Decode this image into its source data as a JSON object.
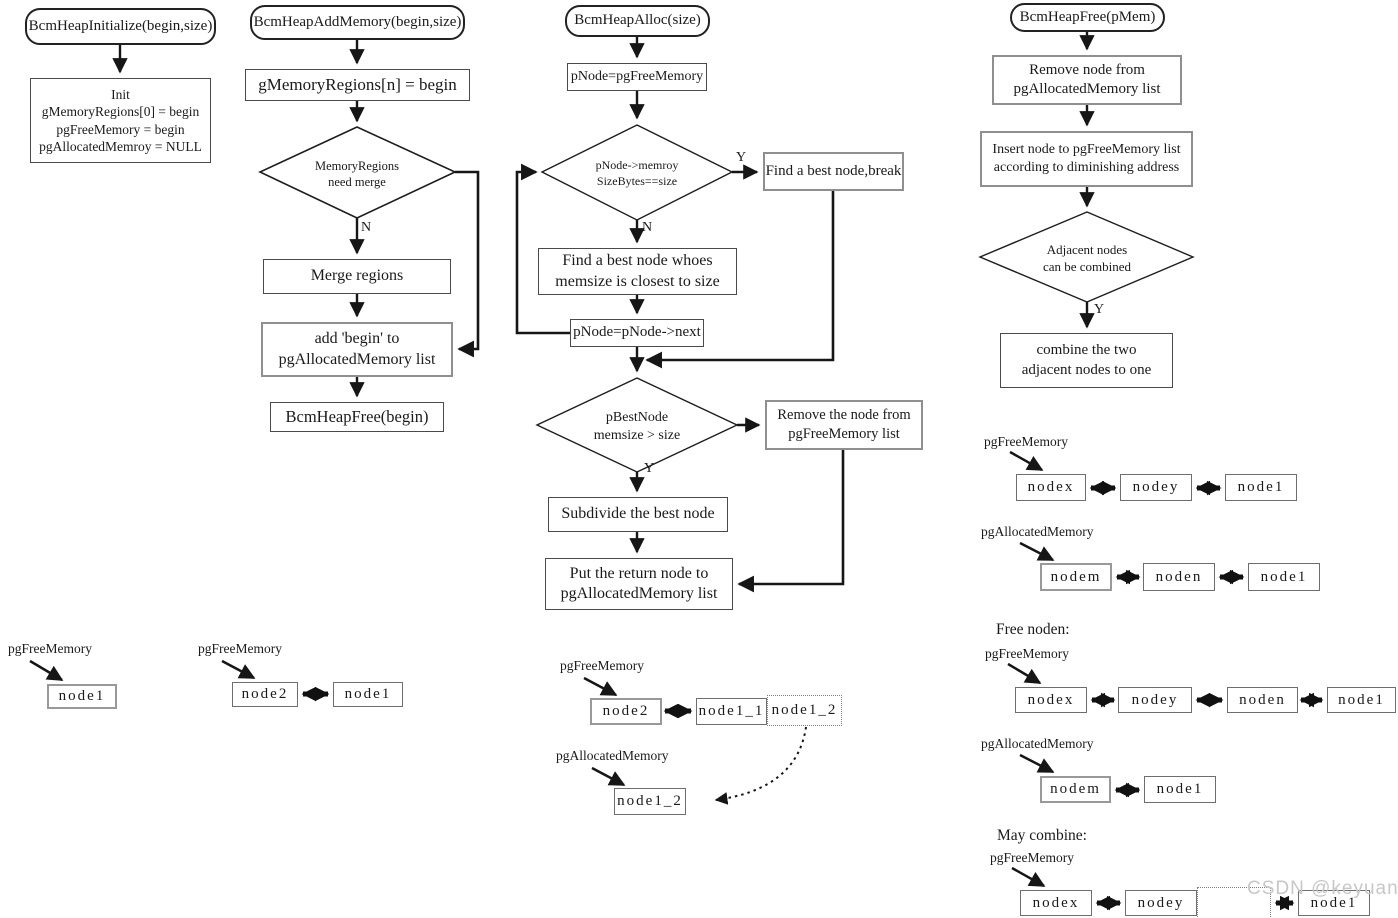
{
  "flowcharts": {
    "init": {
      "title": "BcmHeapInitialize(begin,size)",
      "body": {
        "l1": "Init",
        "l2": "gMemoryRegions[0] = begin",
        "l3": "pgFreeMemory = begin",
        "l4": "pgAllocatedMemroy = NULL"
      }
    },
    "add_memory": {
      "title": "BcmHeapAddMemory(begin,size)",
      "assign": "gMemoryRegions[n] = begin",
      "decision": {
        "l1": "MemoryRegions",
        "l2": "need merge",
        "no": "N"
      },
      "merge": "Merge regions",
      "add_begin": {
        "l1": "add 'begin' to",
        "l2": "pgAllocatedMemory list"
      },
      "free_call": "BcmHeapFree(begin)"
    },
    "alloc": {
      "title": "BcmHeapAlloc(size)",
      "assign": "pNode=pgFreeMemory",
      "decision1": {
        "l1": "pNode->memroy",
        "l2": "SizeBytes==size",
        "yes": "Y",
        "no": "N"
      },
      "break_box": "Find a best node,break",
      "find": {
        "l1": "Find a best node whoes",
        "l2": "memsize is closest to size"
      },
      "next": "pNode=pNode->next",
      "decision2": {
        "l1": "pBestNode",
        "l2": "memsize > size",
        "yes": "Y"
      },
      "remove": {
        "l1": "Remove the node from",
        "l2": "pgFreeMemory list"
      },
      "subdivide": "Subdivide the best node",
      "put": {
        "l1": "Put the return node to",
        "l2": "pgAllocatedMemory list"
      }
    },
    "free": {
      "title": "BcmHeapFree(pMem)",
      "remove": {
        "l1": "Remove node from",
        "l2": "pgAllocatedMemory list"
      },
      "insert": {
        "l1": "Insert node to pgFreeMemory list",
        "l2": "according to diminishing address"
      },
      "decision": {
        "l1": "Adjacent nodes",
        "l2": "can be combined",
        "yes": "Y"
      },
      "combine": {
        "l1": "combine the two",
        "l2": "adjacent nodes to one"
      }
    }
  },
  "lists": {
    "free_single": {
      "pointer": "pgFreeMemory",
      "nodes": [
        "node1"
      ]
    },
    "free_pair": {
      "pointer": "pgFreeMemory",
      "nodes": [
        "node2",
        "node1"
      ]
    },
    "alloc_split": {
      "free_pointer": "pgFreeMemory",
      "free_nodes": [
        "node2",
        "node1_1"
      ],
      "split_node": "node1_2",
      "alloc_pointer": "pgAllocatedMemory",
      "alloc_nodes": [
        "node1_2"
      ]
    },
    "before_free": {
      "free_pointer": "pgFreeMemory",
      "free_nodes": [
        "nodex",
        "nodey",
        "node1"
      ],
      "alloc_pointer": "pgAllocatedMemory",
      "alloc_nodes": [
        "nodem",
        "noden",
        "node1"
      ]
    },
    "after_free": {
      "heading": "Free noden:",
      "free_pointer": "pgFreeMemory",
      "free_nodes": [
        "nodex",
        "nodey",
        "noden",
        "node1"
      ],
      "alloc_pointer": "pgAllocatedMemory",
      "alloc_nodes": [
        "nodem",
        "node1"
      ]
    },
    "may_combine": {
      "heading": "May combine:",
      "free_pointer": "pgFreeMemory",
      "free_nodes": [
        "nodex",
        "nodey",
        "node1"
      ]
    }
  },
  "watermark": "CSDN @keyuan"
}
